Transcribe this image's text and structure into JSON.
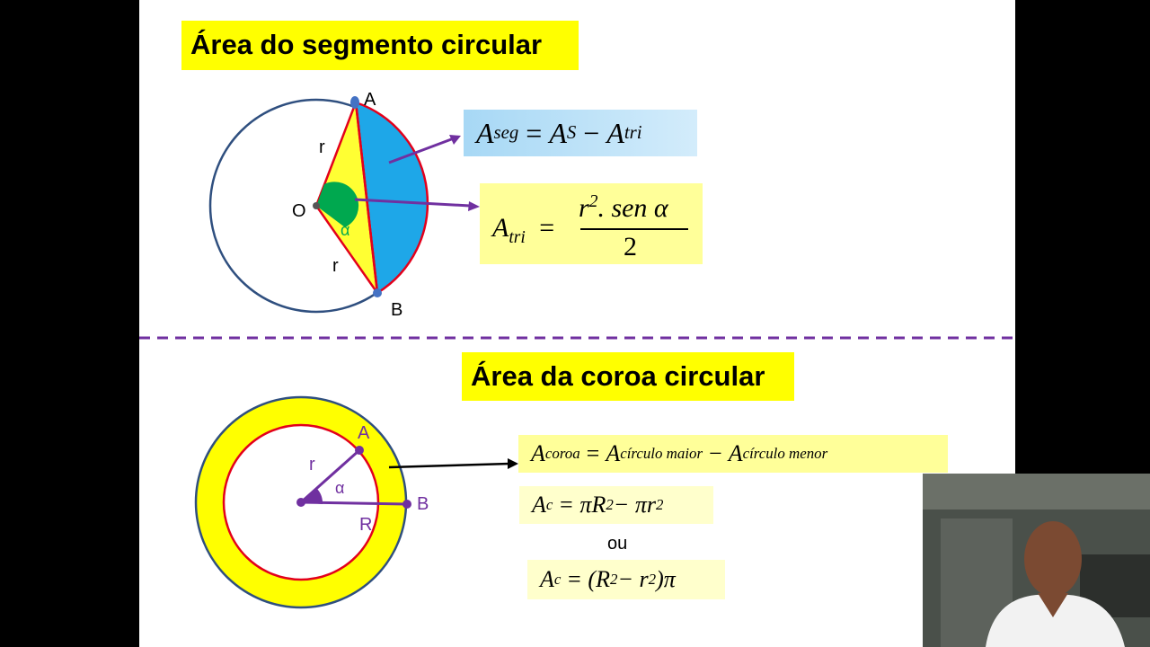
{
  "section1": {
    "title": "Área do segmento circular",
    "labels": {
      "A": "A",
      "B": "B",
      "O": "O",
      "r_top": "r",
      "r_bottom": "r",
      "alpha": "α"
    },
    "formula_seg": {
      "A": "A",
      "seg": "seg",
      "eq": "=",
      "AS": "A",
      "S": "S",
      "minus": "−",
      "Atri": "A",
      "tri": "tri"
    },
    "formula_tri": {
      "A": "A",
      "tri": "tri",
      "eq": "=",
      "num_r": "r",
      "num_exp": "2",
      "num_rest": ". sen α",
      "den": "2"
    }
  },
  "section2": {
    "title": "Área da coroa circular",
    "labels": {
      "A": "A",
      "B": "B",
      "r": "r",
      "R": "R",
      "alpha": "α"
    },
    "formula_coroa": {
      "A1": "A",
      "sub1": "coroa",
      "eq": "=",
      "A2": "A",
      "sub2": "círculo maior",
      "minus": "−",
      "A3": "A",
      "sub3": "círculo menor"
    },
    "formula_c1": {
      "A": "A",
      "sub": "c",
      "rhs_a": "= πR",
      "exp1": "2",
      "rhs_b": " − πr",
      "exp2": "2"
    },
    "ou": "ou",
    "formula_c2": {
      "A": "A",
      "sub": "c",
      "rhs_a": "= (R",
      "exp1": "2",
      "rhs_b": " − r",
      "exp2": "2",
      "rhs_c": ")π"
    }
  },
  "colors": {
    "heading_bg": "#ffff00",
    "circle_stroke": "#2f4f7f",
    "segment_fill": "#1ea7e8",
    "triangle_fill": "#ffff33",
    "angle_fill": "#00a84f",
    "chord_red": "#e3001b",
    "arrow_purple": "#7030a0",
    "ring_fill": "#ffff00",
    "divider": "#7030a0"
  }
}
